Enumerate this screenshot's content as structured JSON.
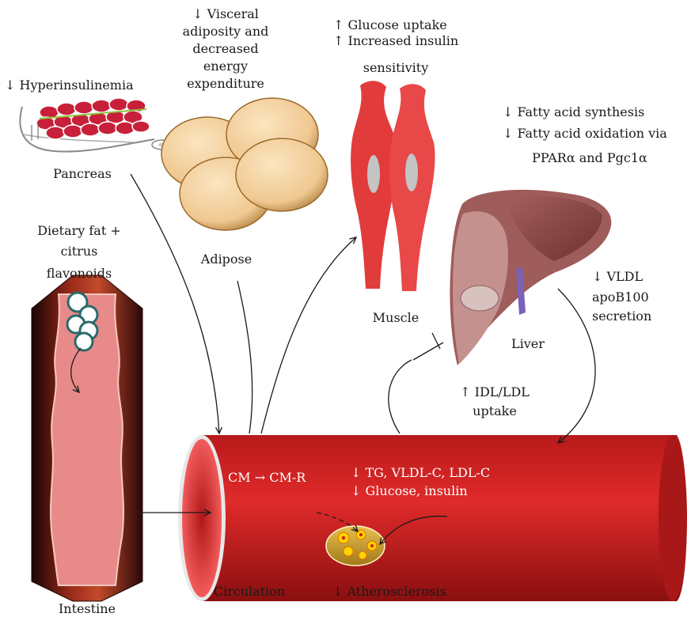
{
  "pancreas": {
    "effect": "↓ Hyperinsulinemia",
    "label": "Pancreas"
  },
  "adipose": {
    "effect_lines": [
      "↓ Visceral",
      "adiposity and",
      "decreased",
      "energy",
      "expenditure"
    ],
    "label": "Adipose"
  },
  "muscle": {
    "effect_lines": [
      "↑ Glucose uptake",
      "↑ Increased insulin",
      "sensitivity"
    ],
    "label": "Muscle"
  },
  "liver": {
    "effect_lines": [
      "↓ Fatty acid synthesis",
      "↓ Fatty acid oxidation via",
      "PPARα and Pgc1α"
    ],
    "label": "Liver",
    "vldl_lines": [
      "↓ VLDL",
      "apoB100",
      "secretion"
    ],
    "uptake_lines": [
      "↑ IDL/LDL",
      "uptake"
    ]
  },
  "intestine": {
    "input_lines": [
      "Dietary fat +",
      "citrus",
      "flavonoids"
    ],
    "label": "Intestine"
  },
  "circulation": {
    "conversion": "CM → CM-R",
    "lipids": "↓ TG, VLDL-C, LDL-C",
    "glucose": "↓ Glucose, insulin",
    "label": "Circulation",
    "atherosclerosis": "↓ Atherosclerosis"
  },
  "colors": {
    "vessel_red": "#d42525",
    "vessel_dark": "#6b0a0a",
    "muscle_red": "#e23b3b",
    "adipocyte": "#f0c891",
    "liver": "#8c4a48",
    "pancreas_cell": "#c8203a"
  }
}
